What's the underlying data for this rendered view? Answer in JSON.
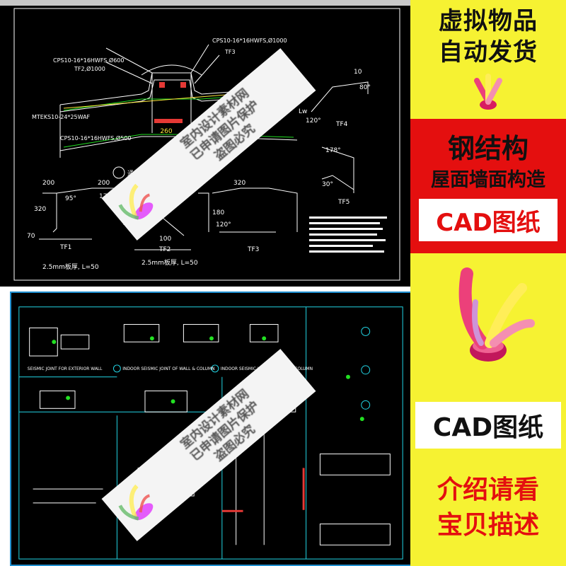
{
  "watermark": {
    "line1": "室内设计素材网",
    "line2": "已申请图片保护",
    "line3": "盗图必究"
  },
  "cad_top": {
    "labels": {
      "cps1": "CPS10-16*16HWFS,Ø1000",
      "cps2": "CPS10-16*16HWFS,Ø600",
      "tf2": "TF2,Ø1000",
      "tf3": "TF3",
      "mteks": "MTEKS10-24*25WAF",
      "cps3": "CPS10-16*16HWFS,Ø500",
      "sec_title": "通风屋脊",
      "n200a": "200",
      "n200b": "200",
      "n320a": "320",
      "n320b": "320",
      "n70": "70",
      "n95": "95°",
      "n170": "170°",
      "n100": "100",
      "n180": "180",
      "n120": "120°",
      "n10": "10",
      "n80": "80°",
      "tf1": "TF1",
      "tf2b": "TF2",
      "tf3b": "TF3",
      "tf4": "TF4",
      "tf5": "TF5",
      "n178": "178°",
      "n30": "30°",
      "n260": "260",
      "lw": "Lw",
      "note1": "2.5mm板厚, L=50",
      "note2": "2.5mm板厚, L=50"
    }
  },
  "cad_bottom": {
    "labels": {
      "t1": "SEISMIC JOINT FOR EXTERIOR WALL",
      "t2": "INDOOR SEISMIC JOINT OF WALL & COLUMN",
      "t3": "INDOOR SEISMIC JOINT OF WALL & COLUMN"
    }
  },
  "promo": {
    "line1": "虚拟物品",
    "line2": "自动发货",
    "line3": "钢结构",
    "line4": "屋面墙面构造",
    "line5": "CAD图纸",
    "line6": "CAD图纸",
    "line7": "介绍请看",
    "line8": "宝贝描述"
  },
  "colors": {
    "yellow": "#f6f232",
    "red": "#e40f0f",
    "cad_bg": "#000000",
    "cad_line": "#ffffff",
    "cad_green": "#22e022",
    "cad_cyan": "#22d6e6"
  }
}
